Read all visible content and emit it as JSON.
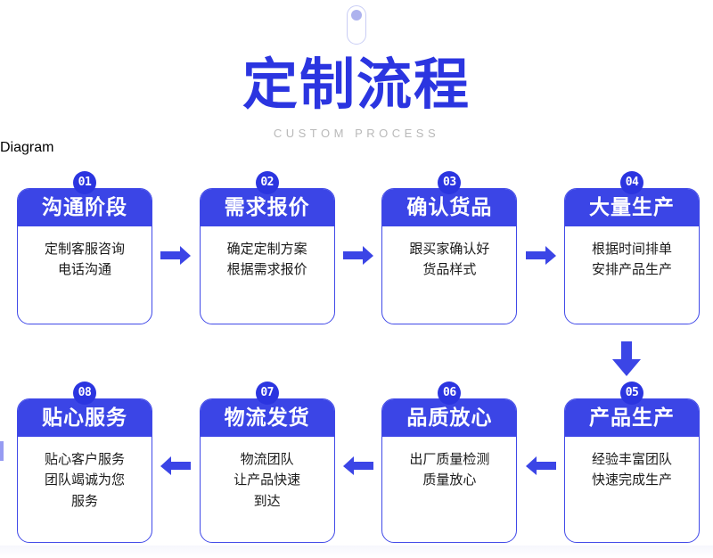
{
  "header": {
    "marker_icon": "location-pin-icon",
    "title": "定制流程",
    "subtitle": "CUSTOM PROCESS"
  },
  "colors": {
    "primary_blue": "#2b35e0",
    "header_blue": "#3b45e6",
    "card_border": "#4049e8",
    "arrow_blue": "#3b45e6",
    "subtitle_gray": "#b9b9b9",
    "marker_light": "#adb2ee",
    "card_background": "#ffffff",
    "body_text": "#1a1a1a"
  },
  "rows": [
    {
      "id": "row-1",
      "arrow_direction": "right",
      "arrow_icon": "arrow-right-icon",
      "cards": [
        {
          "number": "01",
          "title": "沟通阶段",
          "lines": [
            "定制客服咨询",
            "电话沟通"
          ]
        },
        {
          "number": "02",
          "title": "需求报价",
          "lines": [
            "确定定制方案",
            "根据需求报价"
          ]
        },
        {
          "number": "03",
          "title": "确认货品",
          "lines": [
            "跟买家确认好",
            "货品样式"
          ]
        },
        {
          "number": "04",
          "title": "大量生产",
          "lines": [
            "根据时间排单",
            "安排产品生产"
          ]
        }
      ]
    },
    {
      "id": "row-2",
      "arrow_direction": "left",
      "arrow_icon": "arrow-left-icon",
      "cards": [
        {
          "number": "08",
          "title": "贴心服务",
          "lines": [
            "贴心客户服务",
            "团队竭诚为您",
            "服务"
          ]
        },
        {
          "number": "07",
          "title": "物流发货",
          "lines": [
            "物流团队",
            "让产品快速",
            "到达"
          ]
        },
        {
          "number": "06",
          "title": "品质放心",
          "lines": [
            "出厂质量检测",
            "质量放心"
          ]
        },
        {
          "number": "05",
          "title": "产品生产",
          "lines": [
            "经验丰富团队",
            "快速完成生产"
          ]
        }
      ]
    }
  ],
  "connector": {
    "vertical_arrow_icon": "arrow-down-icon",
    "direction": "down"
  }
}
